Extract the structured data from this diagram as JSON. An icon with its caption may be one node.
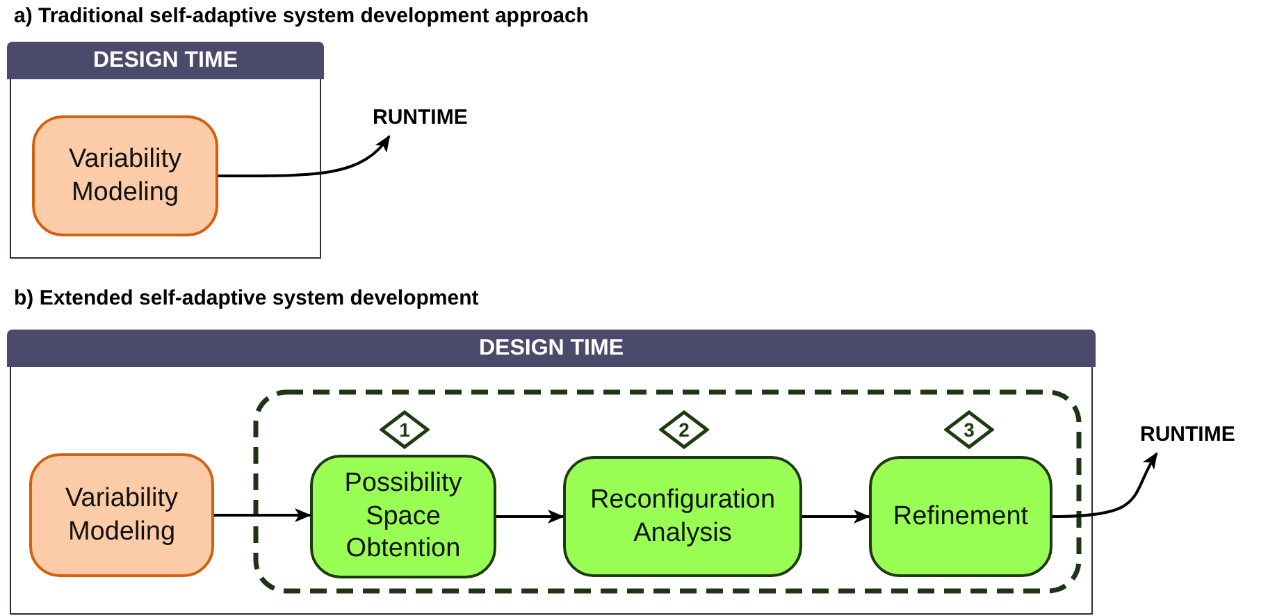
{
  "diagram": {
    "nodes": [
      {
        "text": [
          "DESIGN TIME"
        ]
      },
      {
        "text": [
          "Variability Modeling"
        ],
        "in": 0
      },
      {
        "text": [
          "RUNTIME"
        ]
      },
      {
        "text": [
          "DESIGN TIME"
        ]
      },
      {
        "text": [
          "Variability Modeling"
        ],
        "in": 3
      },
      {
        "text": [],
        "shape": "box",
        "in": 3
      },
      {
        "text": [
          "1"
        ],
        "in": 5
      },
      {
        "text": [
          "Possibility Space Obtention"
        ],
        "in": 5
      },
      {
        "text": [
          "2"
        ],
        "in": 5
      },
      {
        "text": [
          "Reconfiguration Analysis"
        ],
        "in": 5
      },
      {
        "text": [
          "3"
        ],
        "in": 5
      },
      {
        "text": [
          "Refinement"
        ],
        "in": 5
      },
      {
        "text": [
          "RUNTIME"
        ]
      }
    ],
    "edges": [
      {
        "from": 1,
        "to": 2,
        "arrow": "to"
      },
      {
        "from": 4,
        "to": 7,
        "arrow": "to"
      },
      {
        "from": 7,
        "to": 9,
        "arrow": "to"
      },
      {
        "from": 9,
        "to": 11,
        "arrow": "to"
      },
      {
        "from": 11,
        "to": 12,
        "arrow": "to"
      }
    ],
    "labels": [
      "a) Traditional self-adaptive system development approach",
      "b) Extended self-adaptive system development"
    ]
  }
}
